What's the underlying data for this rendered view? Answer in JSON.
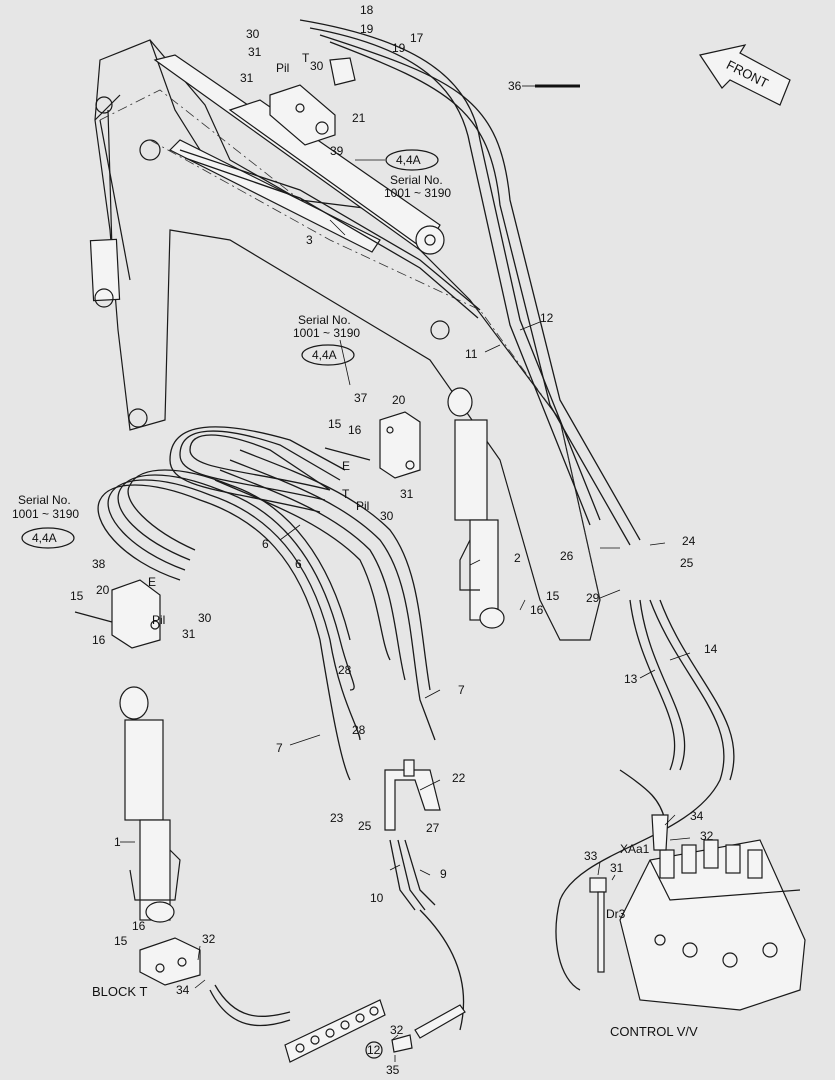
{
  "labels": {
    "l18": "18",
    "l17": "17",
    "l19a": "19",
    "l19b": "19",
    "l30a": "30",
    "l31a": "31",
    "l31b": "31",
    "l30b": "30",
    "lPilA": "Pil",
    "lTa": "T",
    "l21": "21",
    "l39": "39",
    "l3": "3",
    "l36": "36",
    "l12": "12",
    "l11": "11",
    "l37": "37",
    "l20a": "20",
    "l15a": "15",
    "l16a": "16",
    "lEa": "E",
    "lTb": "T",
    "lPilB": "Pil",
    "l31c": "31",
    "l30c": "30",
    "l6a": "6",
    "l6b": "6",
    "l38": "38",
    "l20b": "20",
    "l15b": "15",
    "l16b": "16",
    "lEb": "E",
    "l30d": "30",
    "lPilC": "Pil",
    "l31d": "31",
    "l2": "2",
    "l15c": "15",
    "l16c": "16",
    "l26": "26",
    "l29": "29",
    "l24": "24",
    "l25a": "25",
    "l14": "14",
    "l13": "13",
    "l28a": "28",
    "l28b": "28",
    "l7a": "7",
    "l7b": "7",
    "l22": "22",
    "l23": "23",
    "l25b": "25",
    "l27": "27",
    "l9": "9",
    "l10": "10",
    "l1": "1",
    "l16d": "16",
    "l15d": "15",
    "l32a": "32",
    "l34a": "34",
    "lBlockT": "BLOCK T",
    "l32b": "32",
    "l12b": "12",
    "l35": "35",
    "l34b": "34",
    "l32c": "32",
    "lXAa1": "XAa1",
    "l33": "33",
    "l31e": "31",
    "lDr3": "Dr3",
    "lControl": "CONTROL V/V",
    "lFront": "FRONT"
  },
  "serial_notes": [
    {
      "line1": "Serial No.",
      "line2": "1001 ~ 3190",
      "ref": "4,4A"
    },
    {
      "line1": "Serial No.",
      "line2": "1001 ~ 3190",
      "ref": "4,4A"
    },
    {
      "line1": "Serial No.",
      "line2": "1001 ~ 3190",
      "ref": "4,4A"
    }
  ]
}
